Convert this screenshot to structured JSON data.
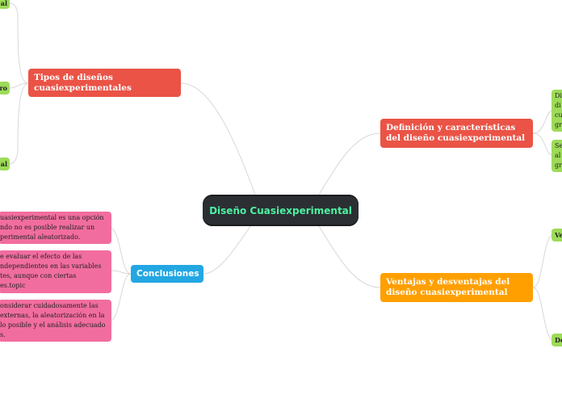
{
  "root": {
    "label": "Diseño Cuasiexperimental"
  },
  "branches": {
    "tipos": {
      "label": "Tipos de diseños cuasiexperimentales"
    },
    "definicion": {
      "label": "Definición y características del diseño cuasiexperimental"
    },
    "ventajas": {
      "label": "Ventajas y desventajas del diseño cuasiexperimental"
    },
    "conclusiones": {
      "label": "Conclusiones"
    }
  },
  "leaves": {
    "tipos_1": "al",
    "tipos_2": "ro",
    "tipos_3": "al",
    "def_1": [
      "Di",
      "di",
      "cu",
      "gr"
    ],
    "def_2": [
      "Se",
      "al",
      "gr"
    ],
    "vent_1": "Ve",
    "vent_2": "De",
    "concl_1": [
      "uasiexperimental es una opción",
      "ndo no es posible realizar un",
      "perimental aleatorizado."
    ],
    "concl_2": [
      "e evaluar el efecto de las",
      "ndependientes en las variables",
      "tes, aunque con ciertas",
      "es.topic"
    ],
    "concl_3": [
      "onsiderar cuidadosamente las",
      "externas, la aleatorización en la",
      "lo posible y el análisis adecuado",
      "s."
    ]
  },
  "colors": {
    "root_bg": "#2b2f33",
    "root_text": "#4ef0a2",
    "red": "#ea5346",
    "orange": "#ff9f00",
    "blue": "#22a7e3",
    "green": "#9ddb58",
    "pink": "#f26d9f",
    "connector": "#d8d8d8"
  }
}
